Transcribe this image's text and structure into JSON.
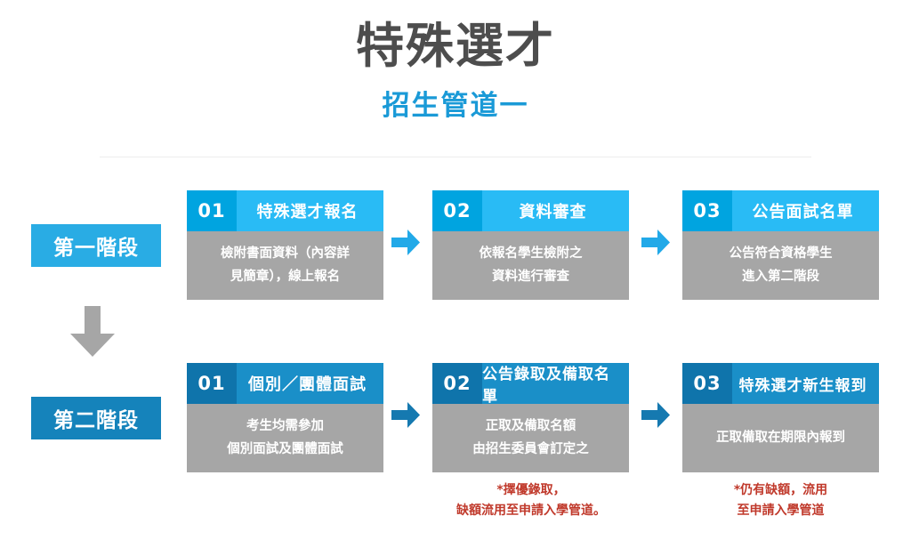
{
  "header": {
    "title_main": "特殊選才",
    "title_sub": "招生管道一",
    "title_main_color": "#4d4d4d",
    "title_sub_color": "#1a9ad7"
  },
  "stages": [
    {
      "label": "第一階段",
      "color": "#29ace4"
    },
    {
      "label": "第二階段",
      "color": "#1583bb"
    }
  ],
  "connector": {
    "down_arrow_color": "#a6a6a6",
    "right_arrow_color_row1": "#22a9e8",
    "right_arrow_color_row2": "#1579b0"
  },
  "rows": [
    {
      "name": "stage-1-steps",
      "boxes": [
        {
          "num": "01",
          "title": "特殊選才報名",
          "body": "檢附書面資料（內容詳\n見簡章），線上報名"
        },
        {
          "num": "02",
          "title": "資料審查",
          "body": "依報名學生檢附之\n資料進行審查"
        },
        {
          "num": "03",
          "title": "公告面試名單",
          "body": "公告符合資格學生\n進入第二階段"
        }
      ]
    },
    {
      "name": "stage-2-steps",
      "boxes": [
        {
          "num": "01",
          "title": "個別／團體面試",
          "body": "考生均需參加\n個別面試及團體面試"
        },
        {
          "num": "02",
          "title": "公告錄取及備取名單",
          "body": "正取及備取名額\n由招生委員會訂定之"
        },
        {
          "num": "03",
          "title": "特殊選才新生報到",
          "body": "正取備取在期限內報到"
        }
      ]
    }
  ],
  "footnotes": [
    {
      "text": "*擇優錄取，\n缺額流用至申請入學管道。",
      "color": "#c0392b"
    },
    {
      "text": "*仍有缺額，流用\n至申請入學管道",
      "color": "#c0392b"
    }
  ]
}
